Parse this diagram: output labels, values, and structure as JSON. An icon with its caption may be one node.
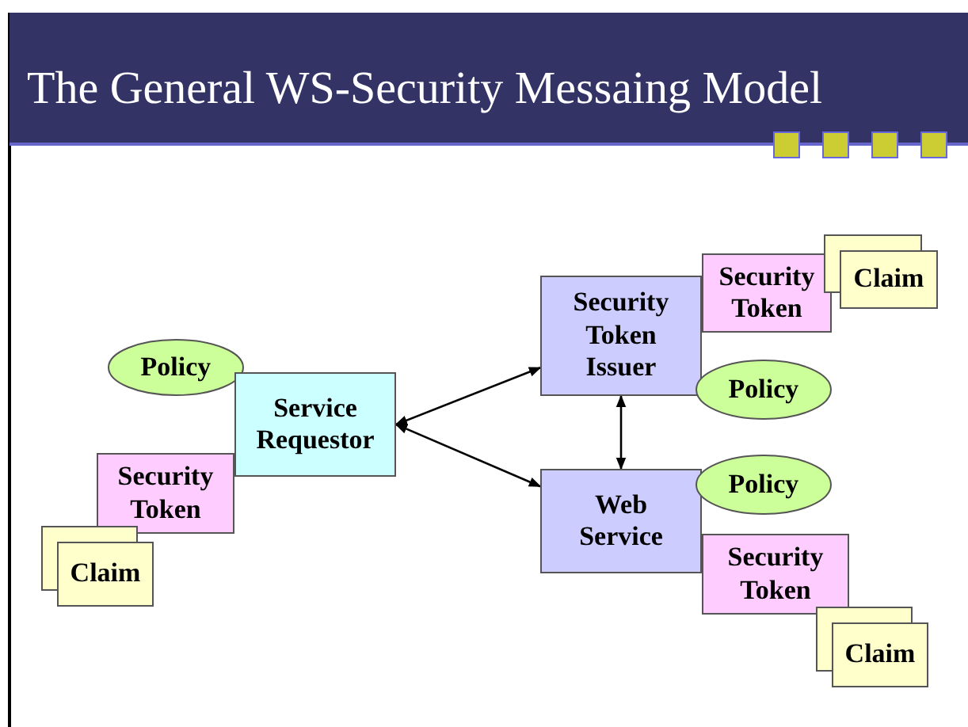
{
  "diagram": {
    "title": "The General WS-Security Messaing Model",
    "nodes": [
      {
        "text": [
          "Policy"
        ]
      },
      {
        "text": [
          "Service Requestor"
        ]
      },
      {
        "text": [
          "Security Token"
        ]
      },
      {
        "text": [
          "Claim"
        ]
      },
      {
        "text": [
          "Security Token Issuer"
        ]
      },
      {
        "text": [
          "Security Token"
        ]
      },
      {
        "text": [
          "Claim"
        ]
      },
      {
        "text": [
          "Policy"
        ]
      },
      {
        "text": [
          "Web Service"
        ]
      },
      {
        "text": [
          "Policy"
        ]
      },
      {
        "text": [
          "Security Token"
        ]
      },
      {
        "text": [
          "Claim"
        ]
      }
    ],
    "edges": [
      {
        "from": 1,
        "to": 4,
        "arrow": "both"
      },
      {
        "from": 1,
        "to": 8,
        "arrow": "both"
      },
      {
        "from": 4,
        "to": 8,
        "arrow": "both"
      }
    ]
  }
}
